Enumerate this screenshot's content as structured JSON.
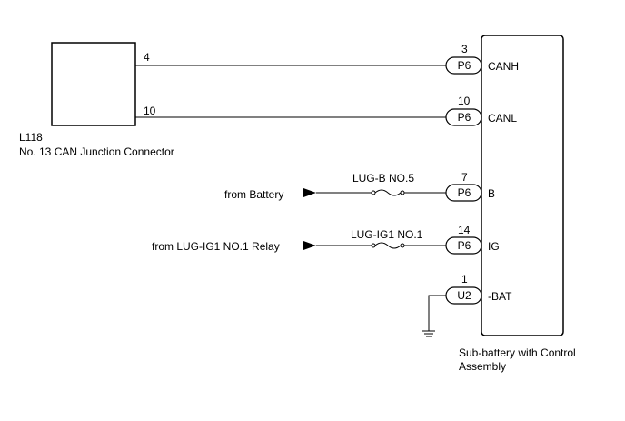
{
  "junction": {
    "code": "L118",
    "name": "No. 13 CAN Junction Connector",
    "pins": {
      "canh": "4",
      "canl": "10"
    }
  },
  "assembly": {
    "name_line1": "Sub-battery with Control",
    "name_line2": "Assembly"
  },
  "terminals": [
    {
      "pin": "3",
      "connector": "P6",
      "signal": "CANH"
    },
    {
      "pin": "10",
      "connector": "P6",
      "signal": "CANL"
    },
    {
      "pin": "7",
      "connector": "P6",
      "signal": "B"
    },
    {
      "pin": "14",
      "connector": "P6",
      "signal": "IG"
    },
    {
      "pin": "1",
      "connector": "U2",
      "signal": "-BAT"
    }
  ],
  "sources": {
    "battery": "from Battery",
    "ig1_relay": "from LUG-IG1 NO.1 Relay"
  },
  "fuses": {
    "battery_fuse": "LUG-B NO.5",
    "ig_fuse": "LUG-IG1 NO.1"
  },
  "icons": {
    "ground": "ground-icon",
    "fuse": "fuse-icon",
    "arrow": "arrow-right-icon"
  }
}
